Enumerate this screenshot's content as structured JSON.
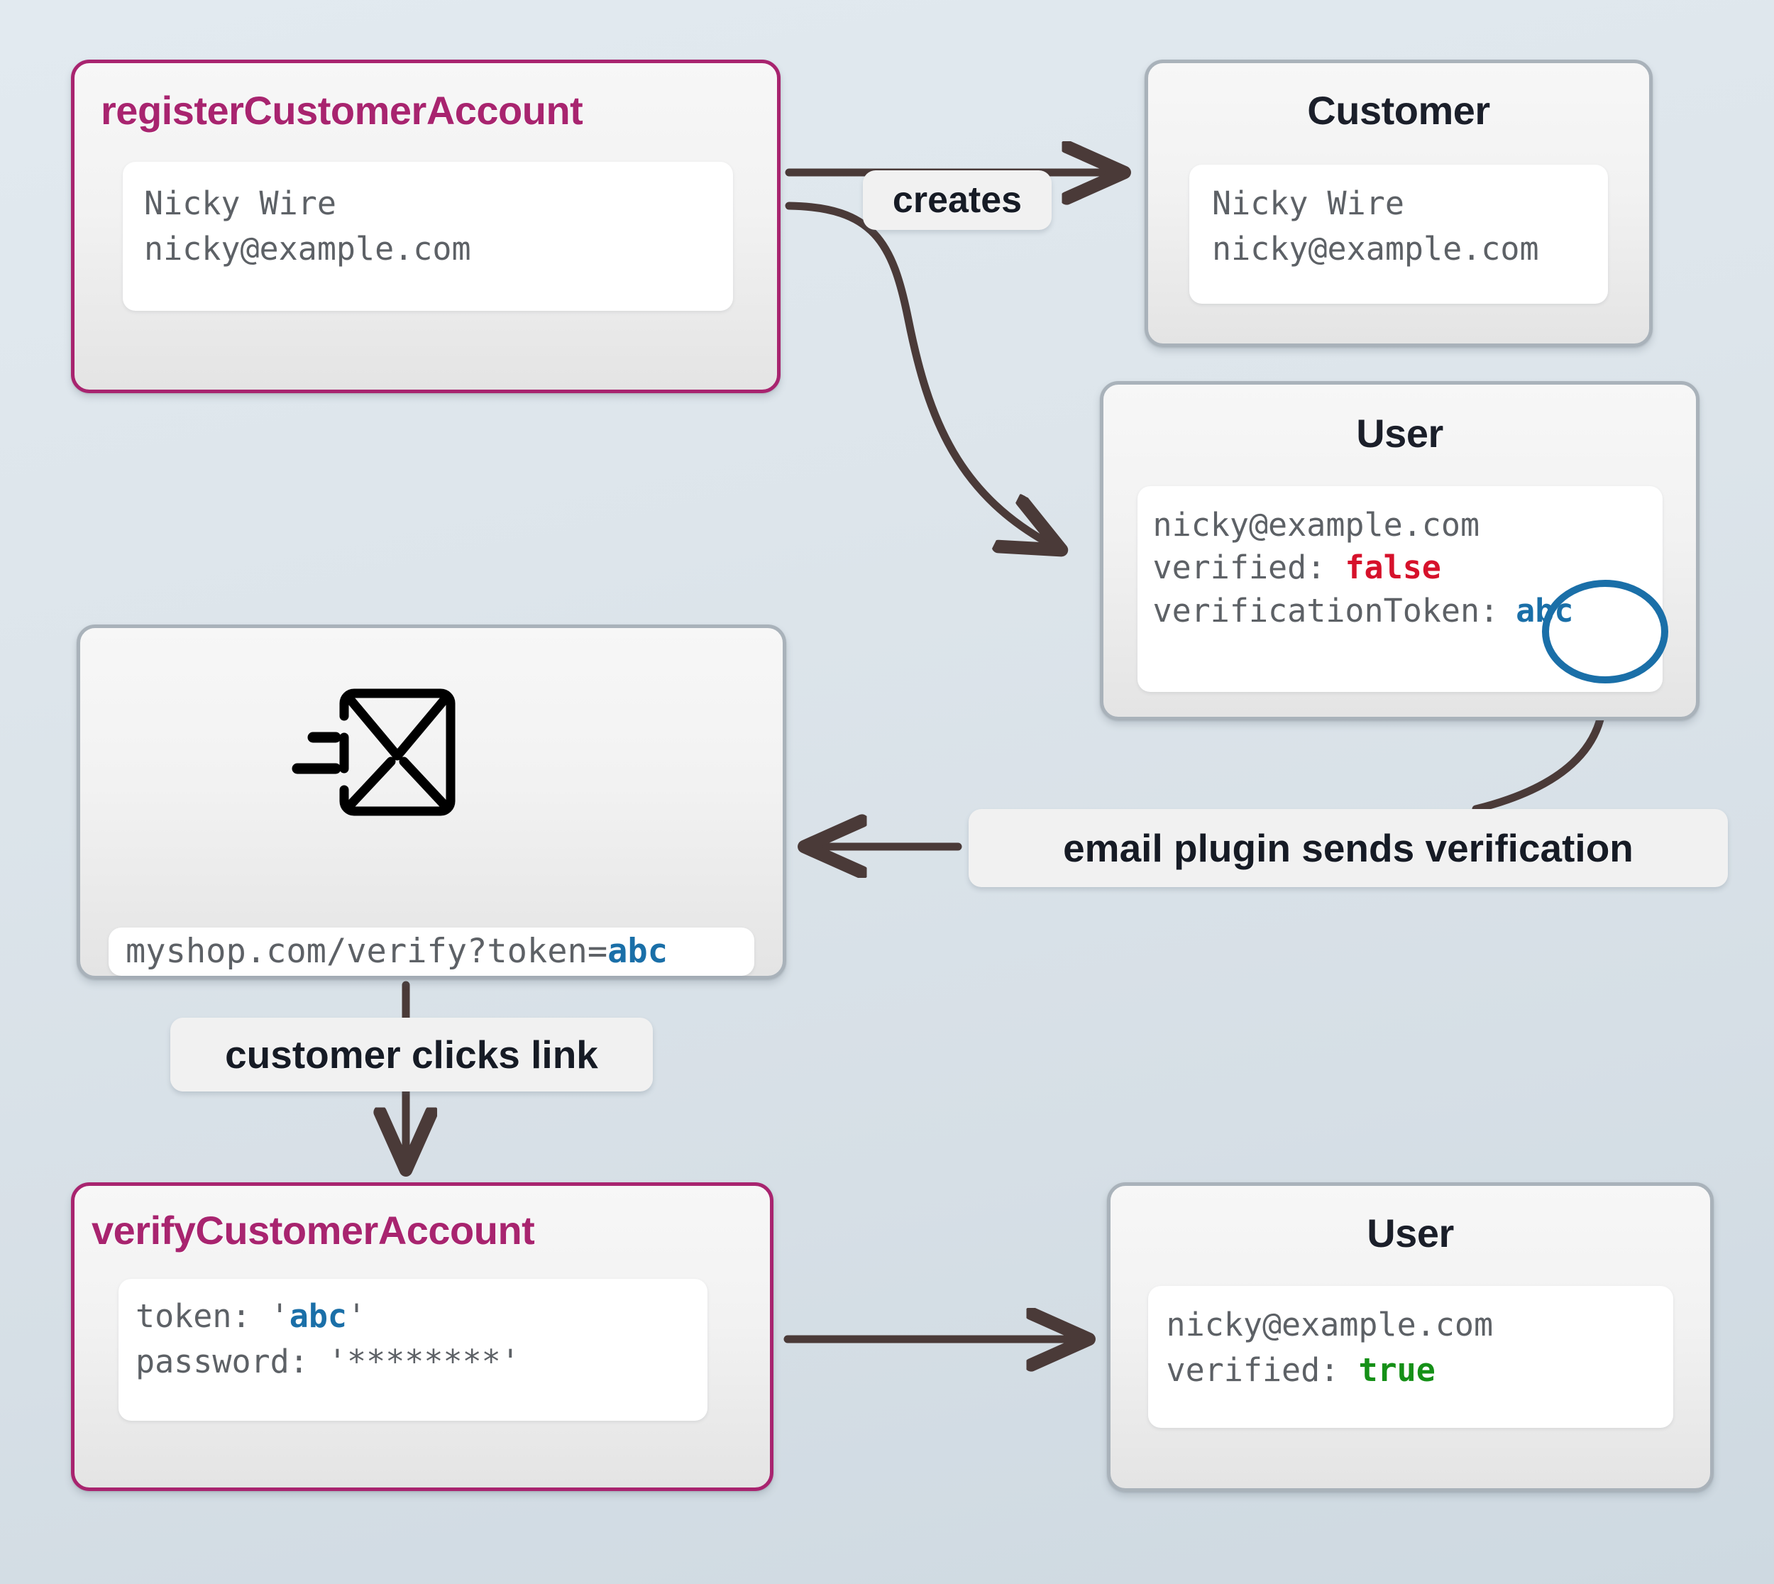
{
  "diagram": {
    "title": "customer account registration and email verification flow",
    "colors": {
      "accent_pink": "#a8246f",
      "token_blue": "#1a6fa8",
      "false_red": "#d6112b",
      "true_green": "#159017",
      "arrow": "#4a3a38",
      "node_border_gray": "#a9b2ba"
    }
  },
  "nodes": {
    "register": {
      "title": "registerCustomerAccount",
      "lines": [
        "Nicky Wire",
        "nicky@example.com"
      ]
    },
    "customer": {
      "title": "Customer",
      "lines": [
        "Nicky Wire",
        "nicky@example.com"
      ]
    },
    "user_unverified": {
      "title": "User",
      "line_email": "nicky@example.com",
      "line_verified_label": "verified: ",
      "line_verified_value": "false",
      "line_token_label": "verificationToken:",
      "line_token_value": "abc"
    },
    "email": {
      "icon": "envelope-send-icon",
      "url_prefix": "myshop.com/verify?token=",
      "url_token": "abc"
    },
    "verify": {
      "title": "verifyCustomerAccount",
      "line_token_label": "token: ",
      "line_token_quote_open": "'",
      "line_token_value": "abc",
      "line_token_quote_close": "'",
      "line_password": "password: '********'"
    },
    "user_verified": {
      "title": "User",
      "line_email": "nicky@example.com",
      "line_verified_label": "verified: ",
      "line_verified_value": "true"
    }
  },
  "edges": {
    "creates": "creates",
    "email_plugin": "email plugin sends verification",
    "clicks_link": "customer clicks link"
  }
}
